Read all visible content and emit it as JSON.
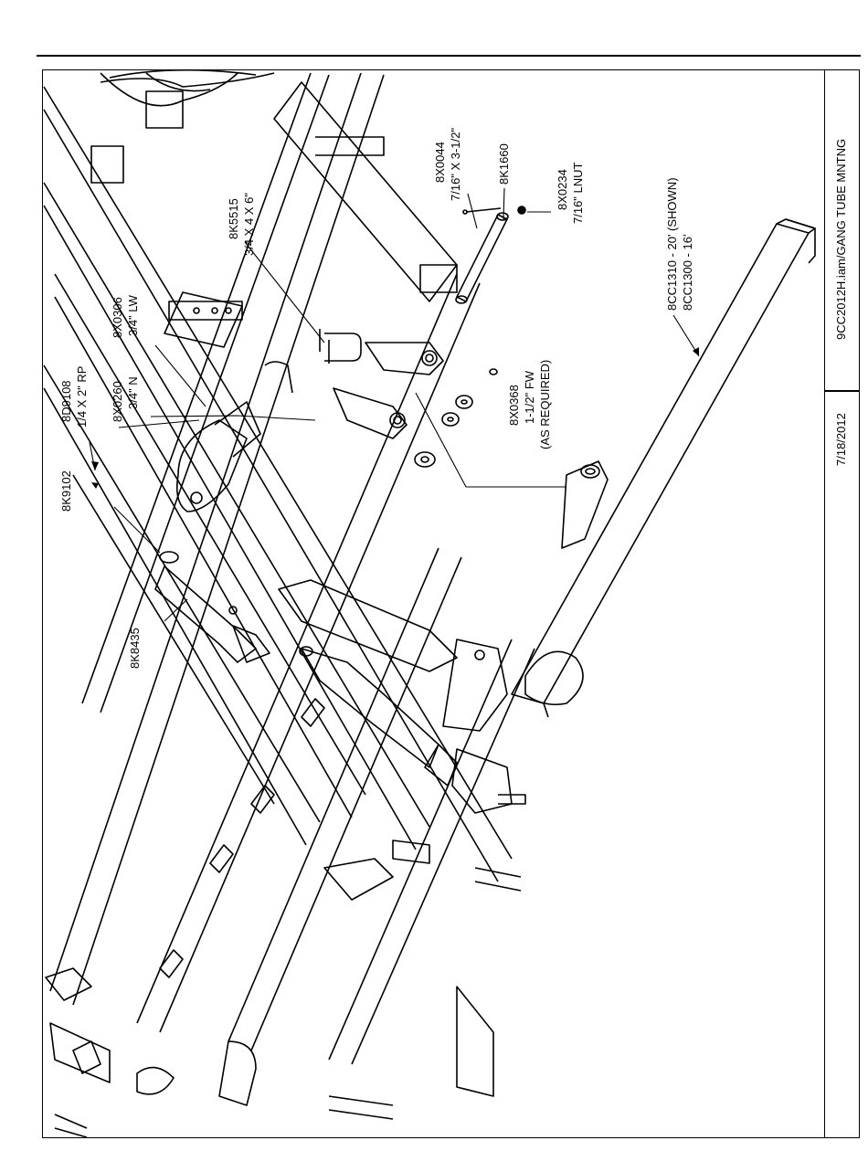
{
  "title_block": {
    "filename": "9CC2012H.iam/GANG TUBE MNTNG",
    "date": "7/18/2012"
  },
  "callouts": [
    {
      "id": "8K9102",
      "lines": [
        "8K9102"
      ]
    },
    {
      "id": "8D9108",
      "lines": [
        "8D9108",
        "1/4 X 2\" RP"
      ]
    },
    {
      "id": "8X0260",
      "lines": [
        "8X0260",
        "3/4\" N"
      ]
    },
    {
      "id": "8X0306",
      "lines": [
        "8X0306",
        "3/4\" LW"
      ]
    },
    {
      "id": "8K5515",
      "lines": [
        "8K5515",
        "3/4 X 4 X 6\""
      ]
    },
    {
      "id": "8X0044",
      "lines": [
        "8X0044",
        "7/16\" X 3-1/2\""
      ]
    },
    {
      "id": "8K1660",
      "lines": [
        "8K1660"
      ]
    },
    {
      "id": "8X0234",
      "lines": [
        "8X0234",
        "7/16\" LNUT"
      ]
    },
    {
      "id": "8X0368",
      "lines": [
        "8X0368",
        "1-1/2\" FW",
        "(AS REQUIRED)"
      ]
    },
    {
      "id": "8CC1310",
      "lines": [
        "8CC1310 - 20' (SHOWN)",
        "8CC1300 - 16'"
      ]
    },
    {
      "id": "8K8435",
      "lines": [
        "8K8435"
      ]
    }
  ]
}
